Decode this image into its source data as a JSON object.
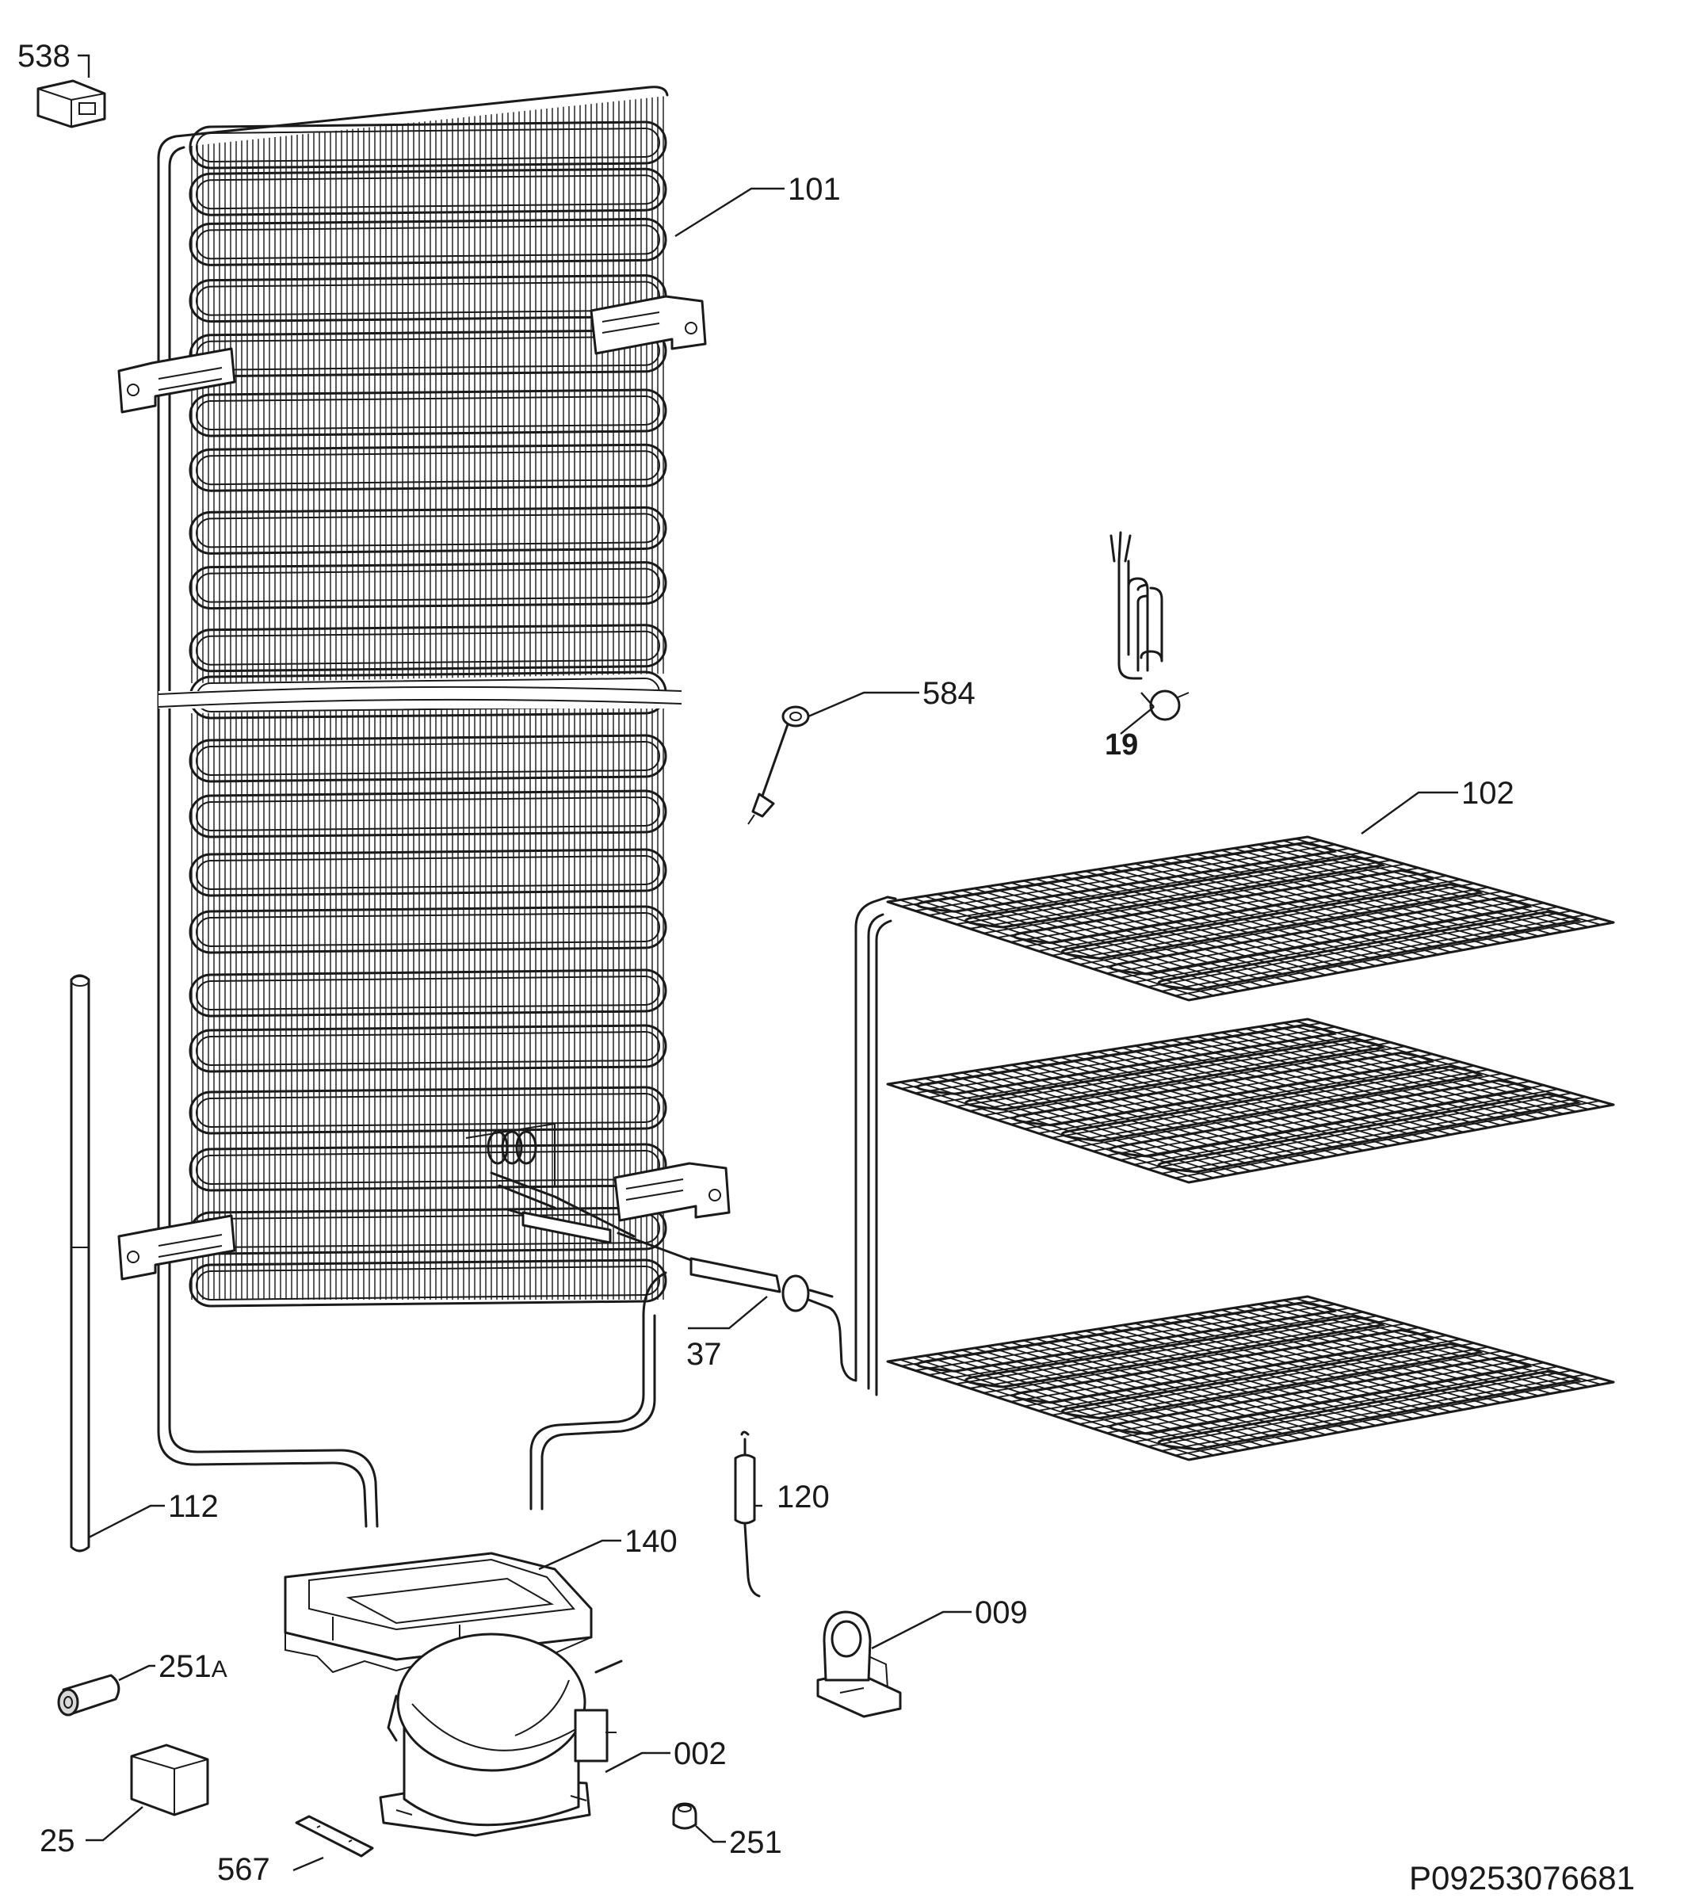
{
  "diagram_id": "P09253076681",
  "labels": {
    "p538": "538",
    "p101": "101",
    "p584": "584",
    "p19": "19",
    "p102": "102",
    "p37": "37",
    "p112": "112",
    "p140": "140",
    "p120": "120",
    "p009": "009",
    "p251A_num": "251",
    "p251A_suffix": "A",
    "p002": "002",
    "p25": "25",
    "p567": "567",
    "p251": "251"
  }
}
